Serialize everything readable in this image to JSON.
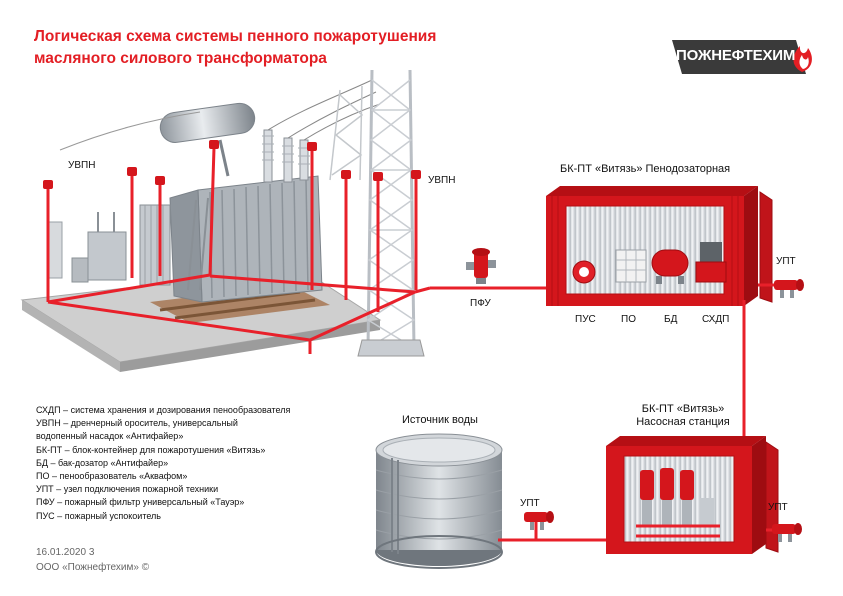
{
  "title": {
    "line1": "Логическая схема системы пенного пожаротушения",
    "line2": "масляного силового трансформатора"
  },
  "logo": {
    "text": "ПОЖНЕФТЕХИМ"
  },
  "labels": {
    "uvpn_left": "УВПН",
    "uvpn_right": "УВПН",
    "pfu": "ПФУ",
    "bk_foam_title": "БК-ПТ «Витязь» Пенодозаторная",
    "pus": "ПУС",
    "po": "ПО",
    "bd": "БД",
    "skhdp": "СХДП",
    "upt_top": "УПТ",
    "water_source": "Источник воды",
    "bk_pump_title_line1": "БК-ПТ «Витязь»",
    "bk_pump_title_line2": "Насосная станция",
    "upt_mid": "УПТ",
    "upt_right": "УПТ"
  },
  "legend": [
    "СХДП – система хранения и дозирования пенообразователя",
    "УВПН – дренчерный ороситель, универсальный",
    "водопенный насадок «Антифайер»",
    "БК-ПТ – блок-контейнер для пожаротушения «Витязь»",
    "БД – бак-дозатор «Антифайер»",
    "ПО – пенообразователь «Аквафом»",
    "УПТ – узел подключения пожарной техники",
    "ПФУ – пожарный фильтр универсальный «Тауэр»",
    "ПУС – пожарный успокоитель"
  ],
  "footer": {
    "date": "16.01.2020 3",
    "company": "ООО «Пожнефтехим» ©"
  },
  "colors": {
    "accent": "#e31e24",
    "pipe": "#e8202a",
    "container": "#d4161c",
    "steel": "#b9bec4"
  }
}
